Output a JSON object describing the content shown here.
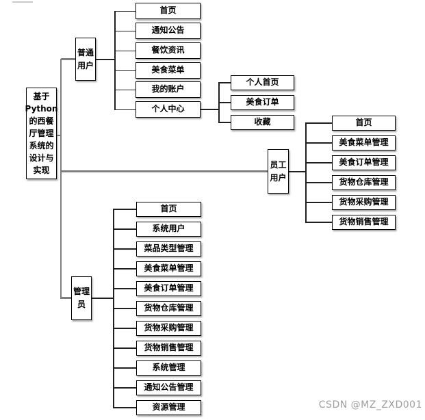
{
  "colors": {
    "trunk_line": "#7f7f7f",
    "branch_line": "#1f1f1f",
    "box_border": "#000000",
    "box_fill": "#ffffff",
    "watermark": "#9e9e9e"
  },
  "watermark": {
    "text": "CSDN @MZ_ZXD001"
  },
  "tree": {
    "root": {
      "label": "基于\nPython\n的西餐\n厅管理\n系统的\n设计与\n实现"
    },
    "common_user": {
      "label": "普通\n用户",
      "children": [
        "首页",
        "通知公告",
        "餐饮资讯",
        "美食菜单",
        "我的账户",
        "个人中心"
      ]
    },
    "personal_center": {
      "children": [
        "个人首页",
        "美食订单",
        "收藏"
      ]
    },
    "staff_user": {
      "label": "员工\n用户",
      "children": [
        "首页",
        "美食菜单管理",
        "美食订单管理",
        "货物仓库管理",
        "货物采购管理",
        "货物销售管理"
      ]
    },
    "admin": {
      "label": "管理\n员",
      "children": [
        "首页",
        "系统用户",
        "菜品类型管理",
        "美食菜单管理",
        "美食订单管理",
        "货物仓库管理",
        "货物采购管理",
        "货物销售管理",
        "系统管理",
        "通知公告管理",
        "资源管理"
      ]
    }
  }
}
